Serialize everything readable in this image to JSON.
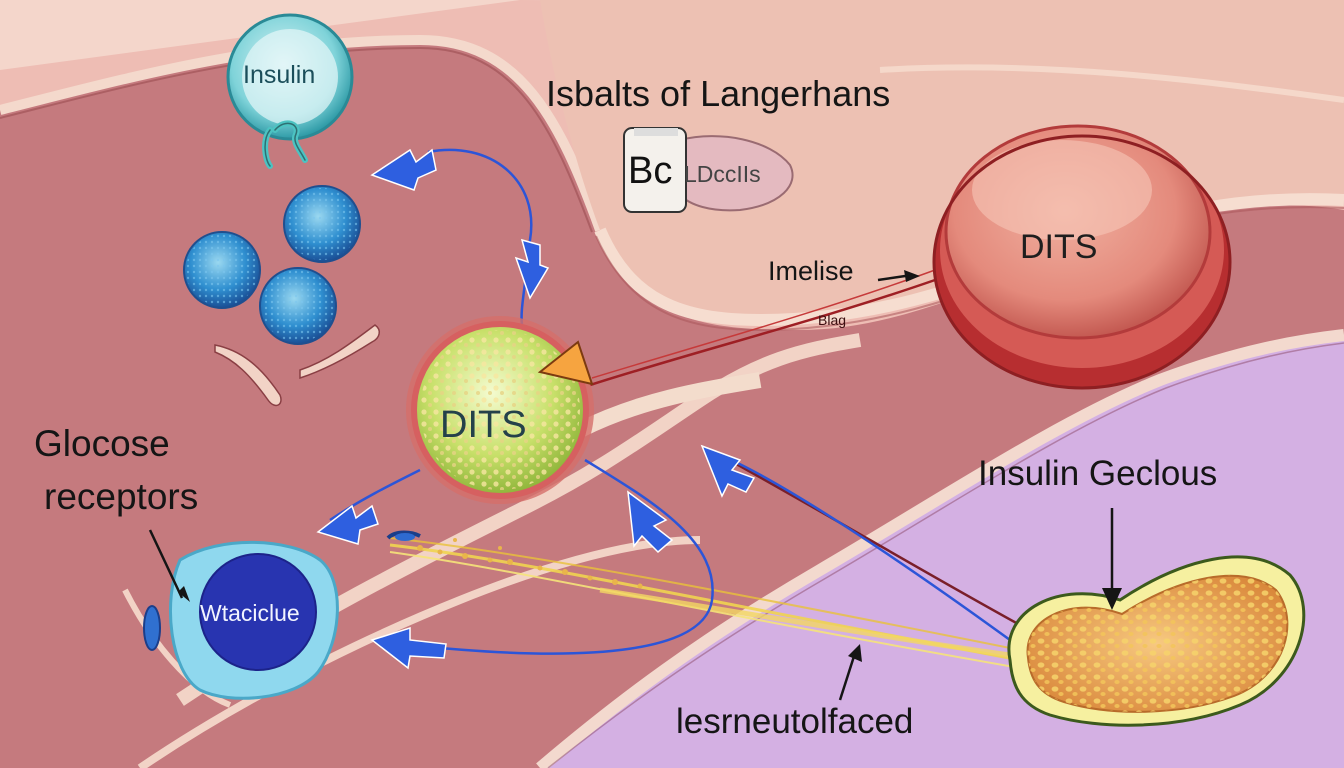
{
  "labels": {
    "title": "Isbalts of Langerhans",
    "insulin_top": "Insulin",
    "bc_cells": "Bc",
    "bc_cells_small": "LDccIIs",
    "dits_green": "DITS",
    "dits_red": "DITS",
    "imelise": "Imelise",
    "blag": "Blag",
    "glucose_receptors_1": "Glocose",
    "glucose_receptors_2": "receptors",
    "wtaciclue": "Wtaciclue",
    "insulin_geclous": "Insulin Geclous",
    "bottom_caption": "lesrneutolfaced"
  },
  "colors": {
    "tissue_bg": "#f2c9c0",
    "muscle_red": "#c1737a",
    "islet_pink": "#eab7a6",
    "purple_region": "#d6b5e6",
    "green_cell": "#c8e06a",
    "red_cell": "#d55a55",
    "blue_arrow": "#2c55d8",
    "blue_cell": "#2738b8",
    "orange_cell": "#eba34f",
    "yellow_strand": "#ecc94a",
    "teal_cell": "#5fc6cf"
  },
  "icons": [
    "insulin-vesicle",
    "blue-granule",
    "arrow-blue",
    "orange-triangle",
    "bc-cell-icon"
  ]
}
